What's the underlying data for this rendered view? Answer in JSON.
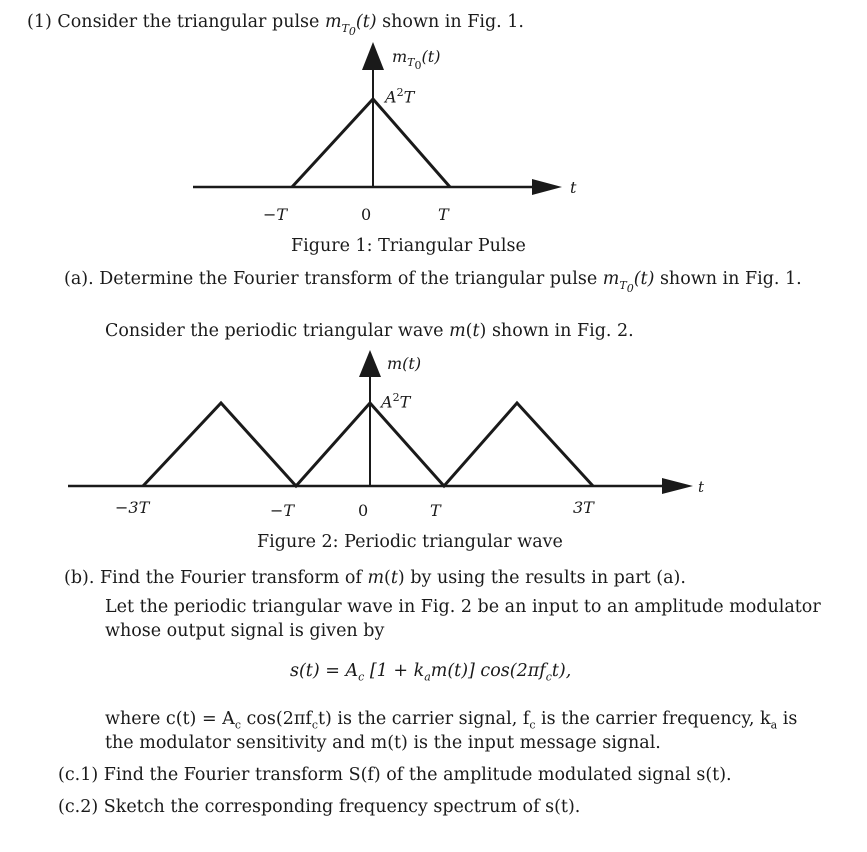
{
  "problem": {
    "number": "(1)",
    "intro_before": "Consider the triangular pulse ",
    "intro_after": " shown in Fig. 1."
  },
  "fig1": {
    "ylabel": "m",
    "ylabel_sub": "T",
    "ylabel_sub2": "0",
    "ylabel_arg": "(t)",
    "peak": "A",
    "peak_sup": "2",
    "peak_t": "T",
    "tick_neg": "−T",
    "tick_zero": "0",
    "tick_pos": "T",
    "xaxis": "t",
    "caption": "Figure 1: Triangular Pulse"
  },
  "part_a": {
    "label": "(a).",
    "text_before": "Determine the Fourier transform of the triangular pulse ",
    "text_after": " shown in Fig. 1."
  },
  "consider2": {
    "text_before": "Consider the periodic triangular wave ",
    "text_after": " shown in Fig. 2."
  },
  "fig2": {
    "ylabel": "m(t)",
    "peak": "A",
    "peak_sup": "2",
    "peak_t": "T",
    "tick_neg3": "−3T",
    "tick_neg": "−T",
    "tick_zero": "0",
    "tick_pos": "T",
    "tick_pos3": "3T",
    "xaxis": "t",
    "caption": "Figure 2: Periodic triangular wave"
  },
  "part_b": {
    "label": "(b).",
    "line1_before": "Find the Fourier transform of ",
    "line1_after": " by using the results in part (a).",
    "line2": "Let the periodic triangular wave in Fig. 2 be an input to an amplitude modulator",
    "line3": "whose output signal is given by"
  },
  "equation": {
    "lhs": "s(t) = A",
    "sub_c": "c",
    "mid": " [1 + k",
    "sub_a": "a",
    "rhs": "m(t)] cos(2πf",
    "sub_c2": "c",
    "end": "t),"
  },
  "where": {
    "line1": "where c(t) = A",
    "line1_sub": "c",
    "line1_b": " cos(2πf",
    "line1_sub2": "c",
    "line1_c": "t) is the carrier signal, f",
    "line1_sub3": "c",
    "line1_d": " is the carrier frequency, k",
    "line1_sub4": "a",
    "line1_e": " is",
    "line2": "the modulator sensitivity and m(t) is the input message signal."
  },
  "part_c1": {
    "label": "(c.1)",
    "text": "Find the Fourier transform S(f) of the amplitude modulated signal s(t)."
  },
  "part_c2": {
    "label": "(c.2)",
    "text": "Sketch the corresponding frequency spectrum of s(t)."
  },
  "colors": {
    "ink": "#1a1a1a",
    "background": "#ffffff"
  }
}
